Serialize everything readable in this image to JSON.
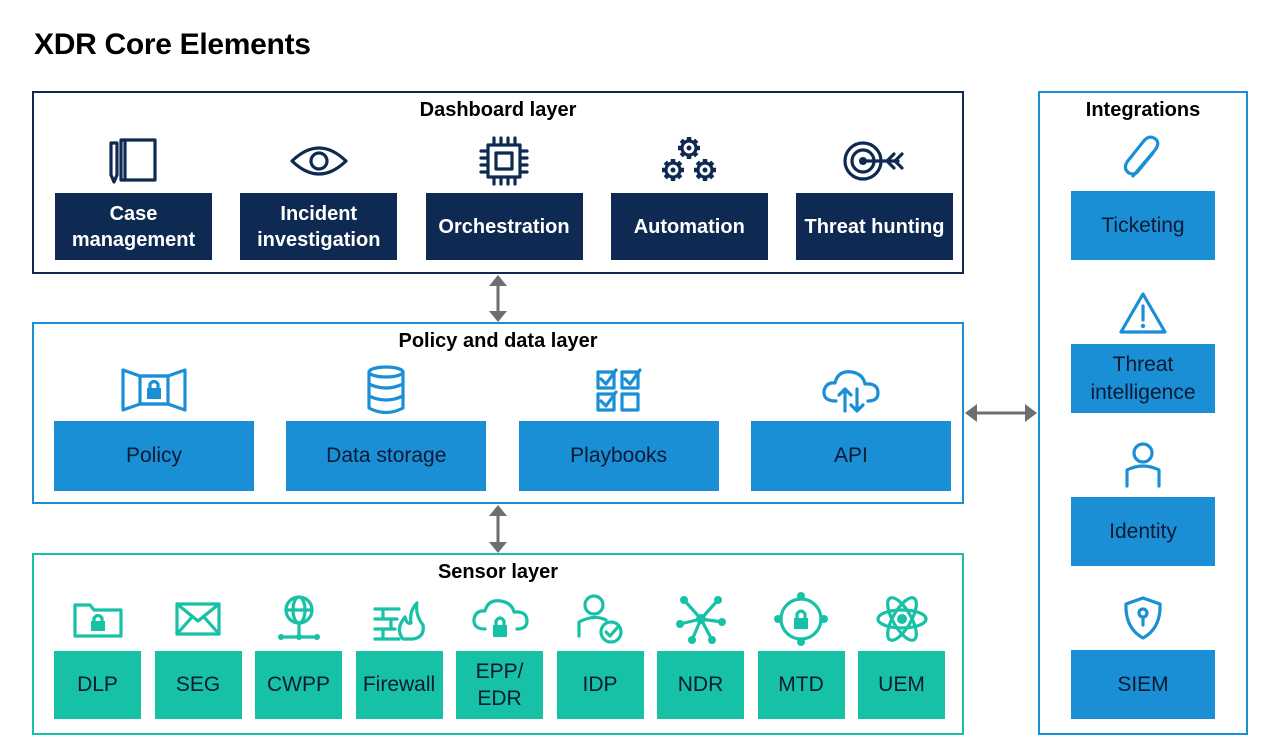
{
  "title": "XDR Core Elements",
  "colors": {
    "navy": "#0f2a52",
    "blue": "#1a8fd6",
    "teal": "#16c1a6",
    "arrow": "#6d6e71"
  },
  "dashboard": {
    "title": "Dashboard layer",
    "items": [
      {
        "label": "Case management",
        "icon": "notebook-pen-icon"
      },
      {
        "label": "Incident investigation",
        "icon": "eye-icon"
      },
      {
        "label": "Orchestration",
        "icon": "cpu-chip-icon"
      },
      {
        "label": "Automation",
        "icon": "gears-icon"
      },
      {
        "label": "Threat hunting",
        "icon": "target-icon"
      }
    ]
  },
  "policy": {
    "title": "Policy and data layer",
    "items": [
      {
        "label": "Policy",
        "icon": "lock-frame-icon"
      },
      {
        "label": "Data storage",
        "icon": "database-icon"
      },
      {
        "label": "Playbooks",
        "icon": "checklist-icon"
      },
      {
        "label": "API",
        "icon": "cloud-sync-icon"
      }
    ]
  },
  "sensor": {
    "title": "Sensor layer",
    "items": [
      {
        "label": "DLP",
        "icon": "folder-lock-icon"
      },
      {
        "label": "SEG",
        "icon": "envelope-icon"
      },
      {
        "label": "CWPP",
        "icon": "globe-network-icon"
      },
      {
        "label": "Firewall",
        "icon": "firewall-icon"
      },
      {
        "label": "EPP/ EDR",
        "icon": "cloud-lock-icon"
      },
      {
        "label": "IDP",
        "icon": "user-check-icon"
      },
      {
        "label": "NDR",
        "icon": "network-nodes-icon"
      },
      {
        "label": "MTD",
        "icon": "mobile-lock-icon"
      },
      {
        "label": "UEM",
        "icon": "atom-icon"
      }
    ]
  },
  "integrations": {
    "title": "Integrations",
    "items": [
      {
        "label": "Ticketing",
        "icon": "paperclip-icon"
      },
      {
        "label": "Threat intelligence",
        "icon": "warning-icon"
      },
      {
        "label": "Identity",
        "icon": "user-icon"
      },
      {
        "label": "SIEM",
        "icon": "shield-icon"
      }
    ]
  }
}
